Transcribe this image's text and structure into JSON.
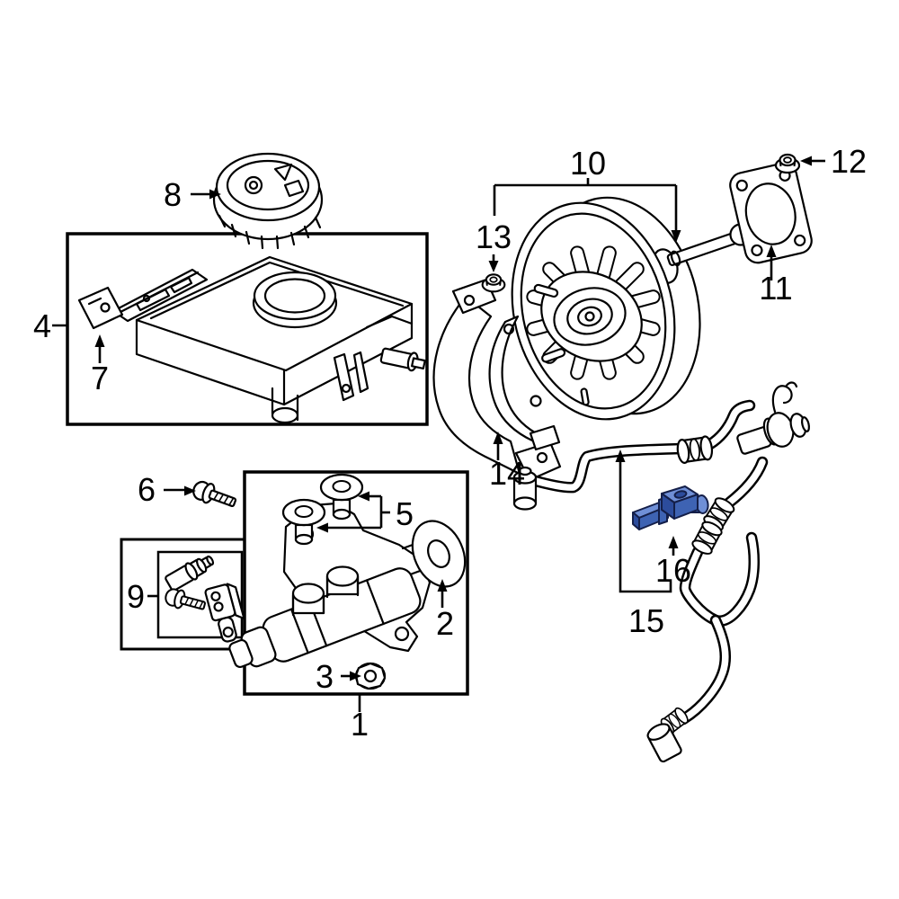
{
  "diagram": {
    "background": "#ffffff",
    "line_color": "#000000",
    "highlight_part": {
      "number": "16",
      "fill": "#3e63b3",
      "top_fill": "#6f8fd6",
      "side_fill": "#2c4c9c",
      "outline": "#141f49"
    },
    "callouts": {
      "p1": "1",
      "p2": "2",
      "p3": "3",
      "p4": "4",
      "p5": "5",
      "p6": "6",
      "p7": "7",
      "p8": "8",
      "p9": "9",
      "p10": "10",
      "p11": "11",
      "p12": "12",
      "p13": "13",
      "p14": "14",
      "p15": "15",
      "p16": "16"
    }
  }
}
